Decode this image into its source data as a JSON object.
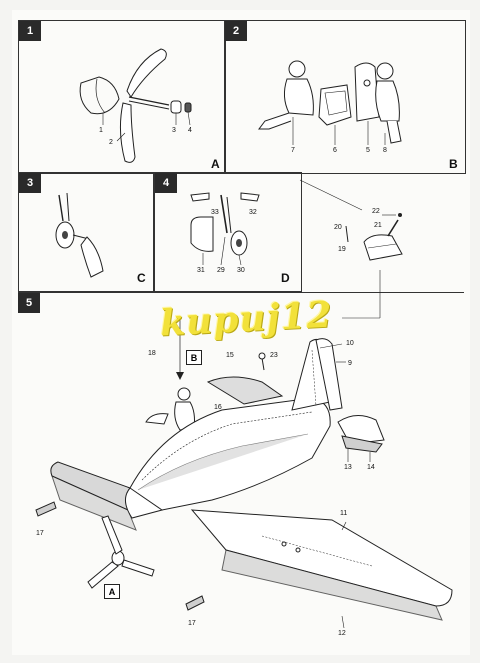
{
  "steps": [
    {
      "badge": "1",
      "label": "A",
      "parts": [
        "1",
        "2",
        "3",
        "4"
      ]
    },
    {
      "badge": "2",
      "label": "B",
      "parts": [
        "7",
        "6",
        "5",
        "8"
      ]
    },
    {
      "badge": "3",
      "label": "C",
      "parts": []
    },
    {
      "badge": "4",
      "label": "D",
      "parts": [
        "33",
        "32",
        "31",
        "29",
        "30"
      ]
    },
    {
      "badge": "5",
      "label": "",
      "parts": [
        "22",
        "20",
        "21",
        "19",
        "18",
        "15",
        "23",
        "10",
        "9",
        "16",
        "13",
        "14",
        "11",
        "17",
        "17",
        "12"
      ]
    }
  ],
  "callouts": {
    "b": "B",
    "a": "A"
  },
  "watermark": "kupuj12"
}
